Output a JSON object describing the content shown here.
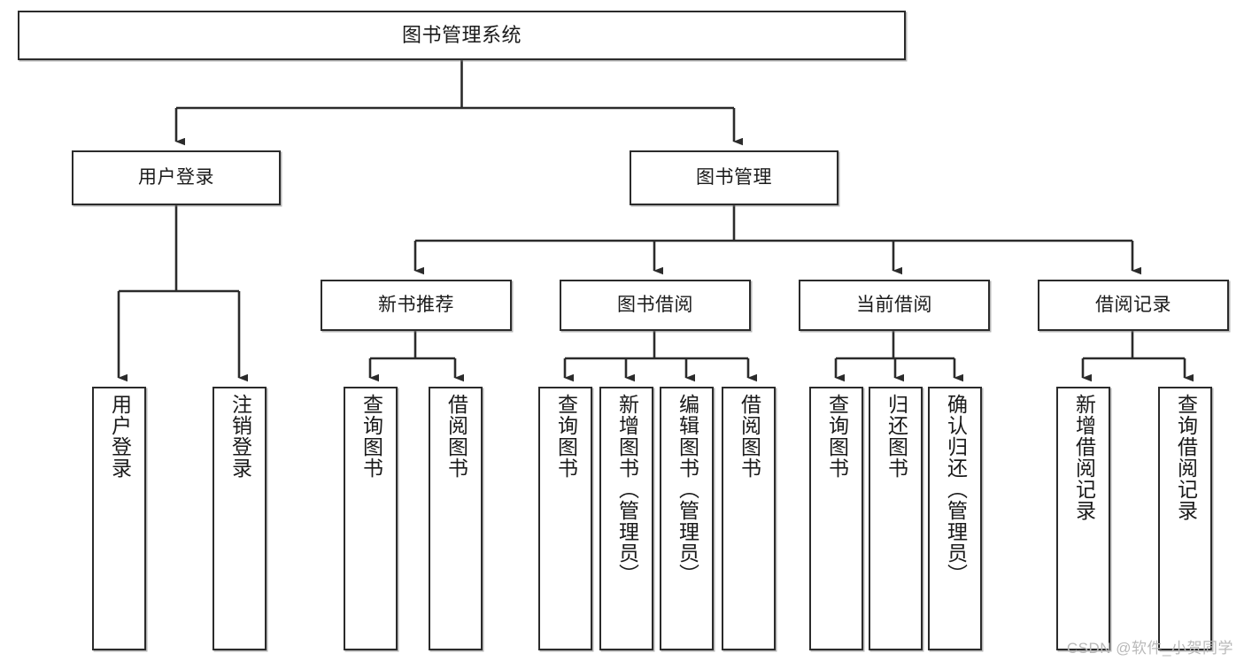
{
  "diagram": {
    "type": "tree",
    "title": "图书管理系统",
    "orientation": "top-down",
    "colors": {
      "box_border": "#2b2b2b",
      "box_fill": "#ffffff",
      "edge": "#333333",
      "text": "#1a1a1a",
      "watermark": "#b9b9b9",
      "background": "#ffffff"
    },
    "nodes": {
      "root": {
        "label": "图书管理系统",
        "text_direction": "horizontal",
        "level": 1
      },
      "user_login": {
        "label": "用户登录",
        "text_direction": "horizontal",
        "level": 2
      },
      "book_mgmt": {
        "label": "图书管理",
        "text_direction": "horizontal",
        "level": 2
      },
      "new_book_rec": {
        "label": "新书推荐",
        "text_direction": "horizontal",
        "level": 3
      },
      "book_borrow": {
        "label": "图书借阅",
        "text_direction": "horizontal",
        "level": 3
      },
      "current_borrow": {
        "label": "当前借阅",
        "text_direction": "horizontal",
        "level": 3
      },
      "borrow_record": {
        "label": "借阅记录",
        "text_direction": "horizontal",
        "level": 3
      },
      "leaf_user_login": {
        "label": "用户登录",
        "text_direction": "vertical",
        "level": 3
      },
      "leaf_user_logout": {
        "label": "注销登录",
        "text_direction": "vertical",
        "level": 3
      },
      "leaf_rec_query": {
        "label": "查询图书",
        "text_direction": "vertical",
        "level": 4
      },
      "leaf_rec_borrow": {
        "label": "借阅图书",
        "text_direction": "vertical",
        "level": 4
      },
      "leaf_borrow_query": {
        "label": "查询图书",
        "text_direction": "vertical",
        "level": 4
      },
      "leaf_borrow_add": {
        "label": "新增图书（管理员）",
        "text_direction": "vertical",
        "level": 4
      },
      "leaf_borrow_edit": {
        "label": "编辑图书（管理员）",
        "text_direction": "vertical",
        "level": 4
      },
      "leaf_borrow_do": {
        "label": "借阅图书",
        "text_direction": "vertical",
        "level": 4
      },
      "leaf_cur_query": {
        "label": "查询图书",
        "text_direction": "vertical",
        "level": 4
      },
      "leaf_cur_return": {
        "label": "归还图书",
        "text_direction": "vertical",
        "level": 4
      },
      "leaf_cur_confirm": {
        "label": "确认归还（管理员）",
        "text_direction": "vertical",
        "level": 4
      },
      "leaf_rec_add": {
        "label": "新增借阅记录",
        "text_direction": "vertical",
        "level": 4
      },
      "leaf_rec_search": {
        "label": "查询借阅记录",
        "text_direction": "vertical",
        "level": 4
      }
    },
    "edges": [
      {
        "from": "root",
        "to": "user_login"
      },
      {
        "from": "root",
        "to": "book_mgmt"
      },
      {
        "from": "user_login",
        "to": "leaf_user_login"
      },
      {
        "from": "user_login",
        "to": "leaf_user_logout"
      },
      {
        "from": "book_mgmt",
        "to": "new_book_rec"
      },
      {
        "from": "book_mgmt",
        "to": "book_borrow"
      },
      {
        "from": "book_mgmt",
        "to": "current_borrow"
      },
      {
        "from": "book_mgmt",
        "to": "borrow_record"
      },
      {
        "from": "new_book_rec",
        "to": "leaf_rec_query"
      },
      {
        "from": "new_book_rec",
        "to": "leaf_rec_borrow"
      },
      {
        "from": "book_borrow",
        "to": "leaf_borrow_query"
      },
      {
        "from": "book_borrow",
        "to": "leaf_borrow_add"
      },
      {
        "from": "book_borrow",
        "to": "leaf_borrow_edit"
      },
      {
        "from": "book_borrow",
        "to": "leaf_borrow_do"
      },
      {
        "from": "current_borrow",
        "to": "leaf_cur_query"
      },
      {
        "from": "current_borrow",
        "to": "leaf_cur_return"
      },
      {
        "from": "current_borrow",
        "to": "leaf_cur_confirm"
      },
      {
        "from": "borrow_record",
        "to": "leaf_rec_add"
      },
      {
        "from": "borrow_record",
        "to": "leaf_rec_search"
      }
    ]
  },
  "watermark": {
    "text": "CSDN @软件_小贺同学"
  }
}
